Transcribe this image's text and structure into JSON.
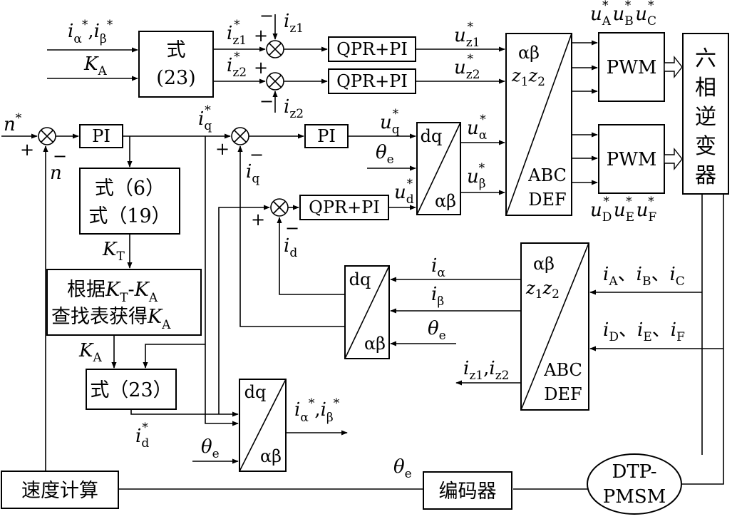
{
  "blocks": {
    "eq23_top": "式",
    "eq23_top_num": "(23)",
    "qpr_pi_1": "QPR+PI",
    "qpr_pi_2": "QPR+PI",
    "qpr_pi_3": "QPR+PI",
    "pi_speed": "PI",
    "pi_q": "PI",
    "eq6": "式（6）",
    "eq19": "式（19）",
    "lookup_line1": "根据",
    "lookup_line2": "查找表获得",
    "eq23_bottom": "式（23）",
    "pwm_1": "PWM",
    "pwm_2": "PWM",
    "inverter_chars": [
      "六",
      "相",
      "逆",
      "变",
      "器"
    ],
    "speed_calc": "速度计算",
    "encoder": "编码器",
    "motor_line1": "DTP-",
    "motor_line2": "PMSM",
    "dq": "dq",
    "ab": "αβ",
    "z1z2": "z",
    "abc": "ABC",
    "def": "DEF"
  },
  "signals": {
    "i": "i",
    "u": "u",
    "n": "n",
    "K": "K",
    "theta": "θ",
    "star": "*",
    "sub_alpha": "α",
    "sub_beta": "β",
    "sub_A": "A",
    "sub_B": "B",
    "sub_C": "C",
    "sub_D": "D",
    "sub_E": "E",
    "sub_F": "F",
    "sub_T": "T",
    "sub_q": "q",
    "sub_d": "d",
    "sub_e": "e",
    "sub_z1": "z1",
    "sub_z2": "z2",
    "comma": ",",
    "dun": "、",
    "dash": "-",
    "plus": "+",
    "minus": "−",
    "z1_1": "1",
    "z1_2": "2"
  }
}
